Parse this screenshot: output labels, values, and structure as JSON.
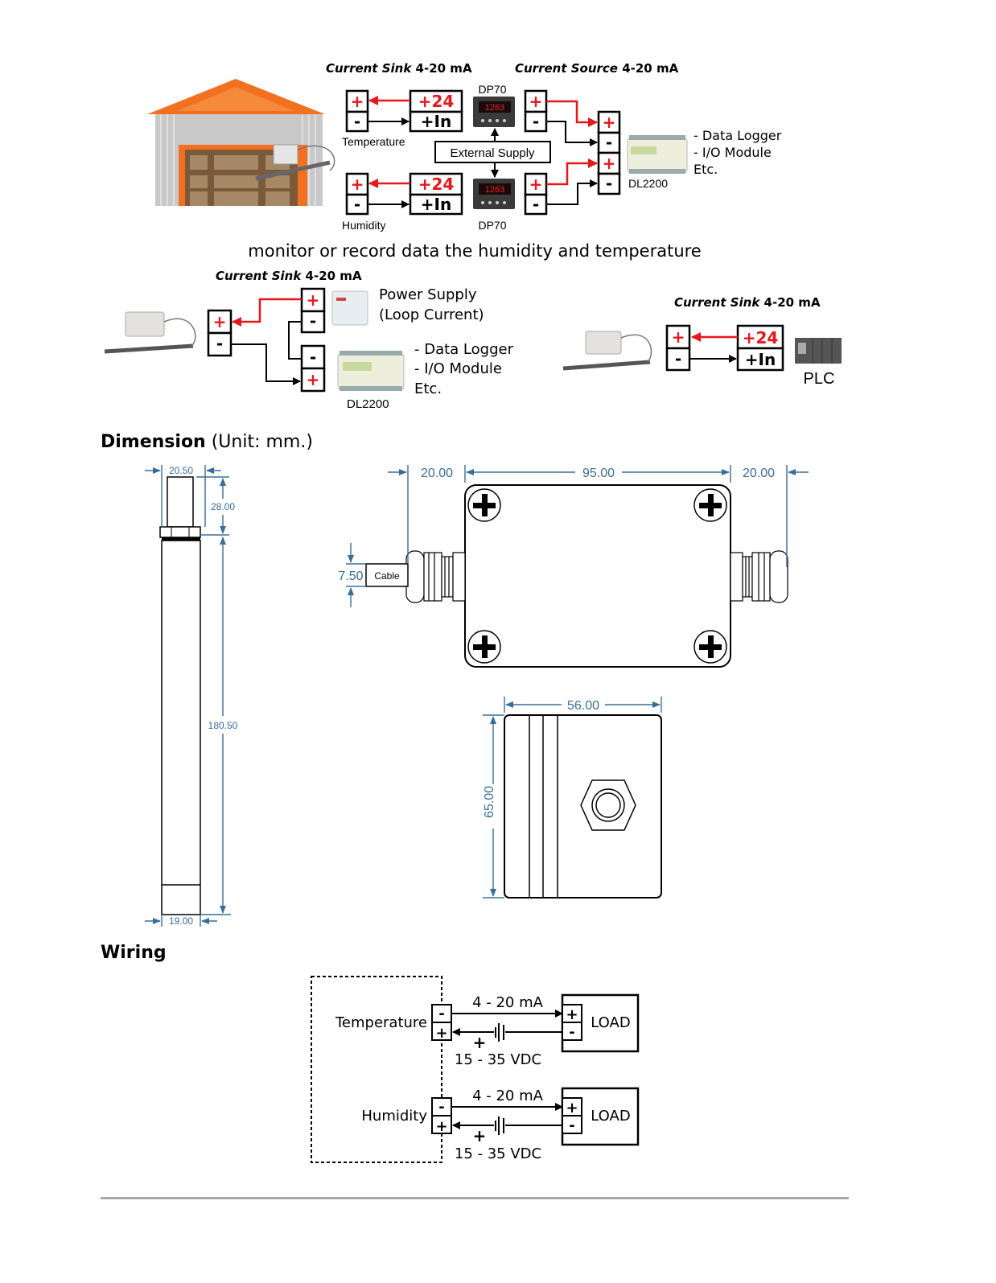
{
  "top_diagram": {
    "sink_title_italic": "Current Sink",
    "sink_title_rest": " 4-20 mA",
    "source_title_italic": "Current Source",
    "source_title_rest": " 4-20 mA",
    "sensor_labels": [
      "Temperature",
      "Humidity"
    ],
    "plus": "+",
    "minus": "-",
    "plus24": "+24",
    "plus_in": "+In",
    "meter_label": "DP70",
    "meter_reading": "1263",
    "external_supply": "External Supply",
    "logger_name": "DL2200",
    "logger_desc": [
      "- Data Logger",
      "- I/O Module",
      "Etc."
    ]
  },
  "caption": "monitor or record data the humidity and temperature",
  "loop_diagram": {
    "title_italic": "Current Sink",
    "title_rest": " 4-20 mA",
    "power_supply": [
      "Power Supply",
      "(Loop Current)"
    ],
    "logger_desc": [
      "- Data Logger",
      "- I/O Module",
      "Etc."
    ],
    "logger_name": "DL2200"
  },
  "plc_diagram": {
    "title_italic": "Current Sink",
    "title_rest": " 4-20 mA",
    "plus24": "+24",
    "plus_in": "+In",
    "plc_label": "PLC"
  },
  "dimension": {
    "heading_bold": "Dimension",
    "heading_rest": " (Unit: mm.)",
    "probe": {
      "top_width": "20.50",
      "cap_height": "28.00",
      "body_length": "180.50",
      "bottom_width": "19.00"
    },
    "box_top": {
      "left_gland": "20.00",
      "body_width": "95.00",
      "right_gland": "20.00",
      "cable_dia": "7.50",
      "cable_label": "Cable"
    },
    "box_side": {
      "width": "56.00",
      "height": "65.00"
    }
  },
  "wiring": {
    "heading": "Wiring",
    "channels": [
      {
        "name": "Temperature",
        "current": "4 - 20 mA",
        "voltage": "15 - 35 VDC",
        "load": "LOAD"
      },
      {
        "name": "Humidity",
        "current": "4 - 20 mA",
        "voltage": "15 - 35 VDC",
        "load": "LOAD"
      }
    ],
    "plus": "+",
    "minus": "-"
  }
}
